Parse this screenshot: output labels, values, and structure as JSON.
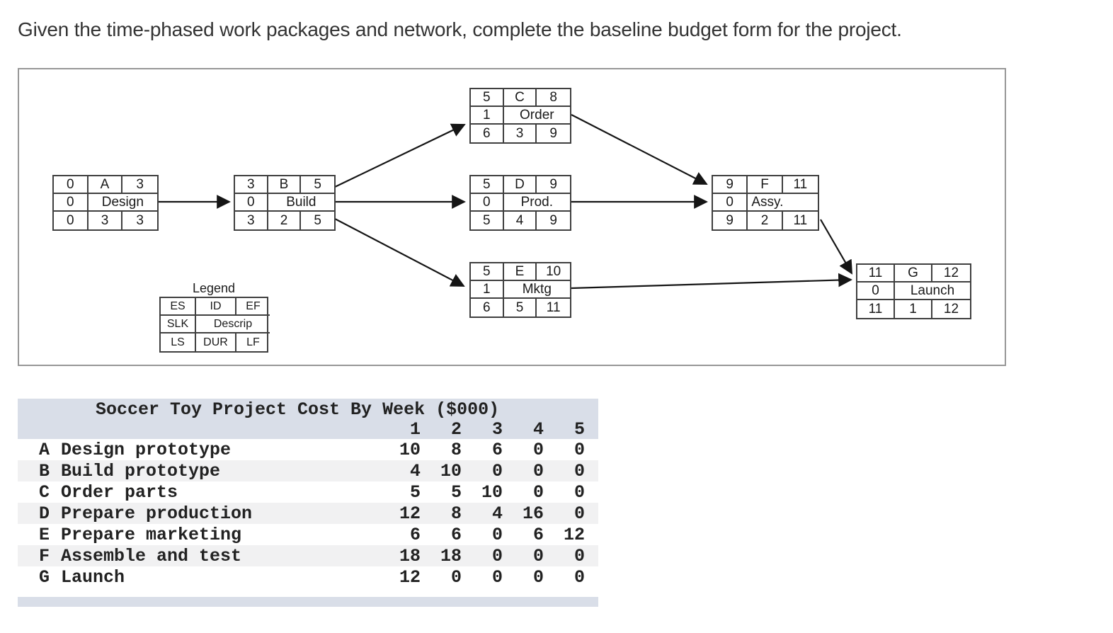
{
  "page": {
    "instruction": "Given the time-phased work packages and network, complete the baseline budget form for the project."
  },
  "network": {
    "nodes": [
      {
        "id": "A",
        "es": "0",
        "ef": "3",
        "slk": "0",
        "desc": "Design",
        "ls": "0",
        "dur": "3",
        "lf": "3"
      },
      {
        "id": "B",
        "es": "3",
        "ef": "5",
        "slk": "0",
        "desc": "Build",
        "ls": "3",
        "dur": "2",
        "lf": "5"
      },
      {
        "id": "C",
        "es": "5",
        "ef": "8",
        "slk": "1",
        "desc": "Order",
        "ls": "6",
        "dur": "3",
        "lf": "9"
      },
      {
        "id": "D",
        "es": "5",
        "ef": "9",
        "slk": "0",
        "desc": "Prod.",
        "ls": "5",
        "dur": "4",
        "lf": "9"
      },
      {
        "id": "E",
        "es": "5",
        "ef": "10",
        "slk": "1",
        "desc": "Mktg",
        "ls": "6",
        "dur": "5",
        "lf": "11"
      },
      {
        "id": "F",
        "es": "9",
        "ef": "11",
        "slk": "0",
        "desc": "Assy.",
        "ls": "9",
        "dur": "2",
        "lf": "11"
      },
      {
        "id": "G",
        "es": "11",
        "ef": "12",
        "slk": "0",
        "desc": "Launch",
        "ls": "11",
        "dur": "1",
        "lf": "12"
      }
    ],
    "edges": [
      [
        "A",
        "B"
      ],
      [
        "B",
        "C"
      ],
      [
        "B",
        "D"
      ],
      [
        "B",
        "E"
      ],
      [
        "C",
        "F"
      ],
      [
        "D",
        "F"
      ],
      [
        "E",
        "G"
      ],
      [
        "F",
        "G"
      ]
    ]
  },
  "legend": {
    "title": "Legend",
    "es": "ES",
    "id": "ID",
    "ef": "EF",
    "slk": "SLK",
    "descrip": "Descrip",
    "ls": "LS",
    "dur": "DUR",
    "lf": "LF"
  },
  "budget": {
    "title": "Soccer Toy Project Cost By Week ($000)",
    "week_headers": [
      "1",
      "2",
      "3",
      "4",
      "5"
    ],
    "rows": [
      {
        "id": "A",
        "name": "Design prototype",
        "values": [
          10,
          8,
          6,
          0,
          0
        ]
      },
      {
        "id": "B",
        "name": "Build prototype",
        "values": [
          4,
          10,
          0,
          0,
          0
        ]
      },
      {
        "id": "C",
        "name": "Order parts",
        "values": [
          5,
          5,
          10,
          0,
          0
        ]
      },
      {
        "id": "D",
        "name": "Prepare production",
        "values": [
          12,
          8,
          4,
          16,
          0
        ]
      },
      {
        "id": "E",
        "name": "Prepare marketing",
        "values": [
          6,
          6,
          0,
          6,
          12
        ]
      },
      {
        "id": "F",
        "name": "Assemble and test",
        "values": [
          18,
          18,
          0,
          0,
          0
        ]
      },
      {
        "id": "G",
        "name": "Launch",
        "values": [
          12,
          0,
          0,
          0,
          0
        ]
      }
    ]
  },
  "colors": {
    "band": "#d9dee8",
    "alt_row": "#f1f1f2",
    "node_border": "#3f3f3f",
    "panel_border": "#979797"
  }
}
